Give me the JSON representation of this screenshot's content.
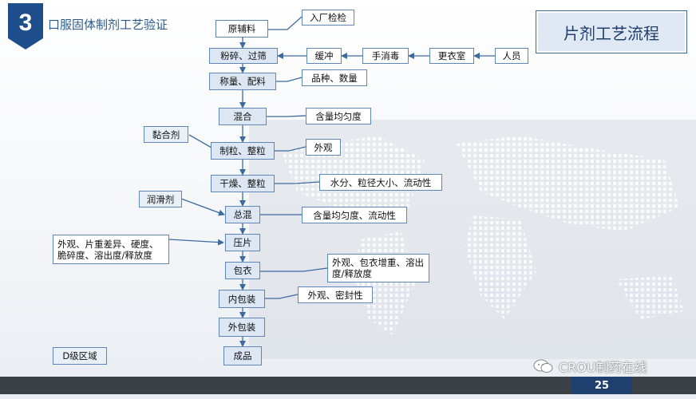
{
  "section": {
    "number": "3",
    "title": "口服固体制剂工艺验证"
  },
  "slide_title": "片剂工艺流程",
  "process": [
    "原辅料",
    "粉碎、过筛",
    "称量、配料",
    "混合",
    "制粒、整粒",
    "干燥、整粒",
    "总混",
    "压片",
    "包衣",
    "内包装",
    "外包装",
    "成品"
  ],
  "personnel_chain": [
    "缓冲",
    "手消毒",
    "更衣室",
    "人员"
  ],
  "checks": {
    "raw_material": "入厂检检",
    "weighing": "品种、数量",
    "mixing": "含量均匀度",
    "granulation": "外观",
    "drying": "水分、粒径大小、流动性",
    "final_mix": "含量均匀度、流动性",
    "coating": "外观、包衣增重、溶出度/释放度",
    "inner_pack": "外观、密封性"
  },
  "inputs": {
    "binder": "黏合剂",
    "lubricant": "润滑剂"
  },
  "tablet_checks": "外观、片重差异、硬度、脆碎度、溶出度/释放度",
  "zone_label": "D级区域",
  "page_number": "25",
  "watermark": "CROU制药在线",
  "colors": {
    "accent": "#1f3f6e",
    "process_fill": "#dce7f3",
    "border": "#5e86b6"
  }
}
